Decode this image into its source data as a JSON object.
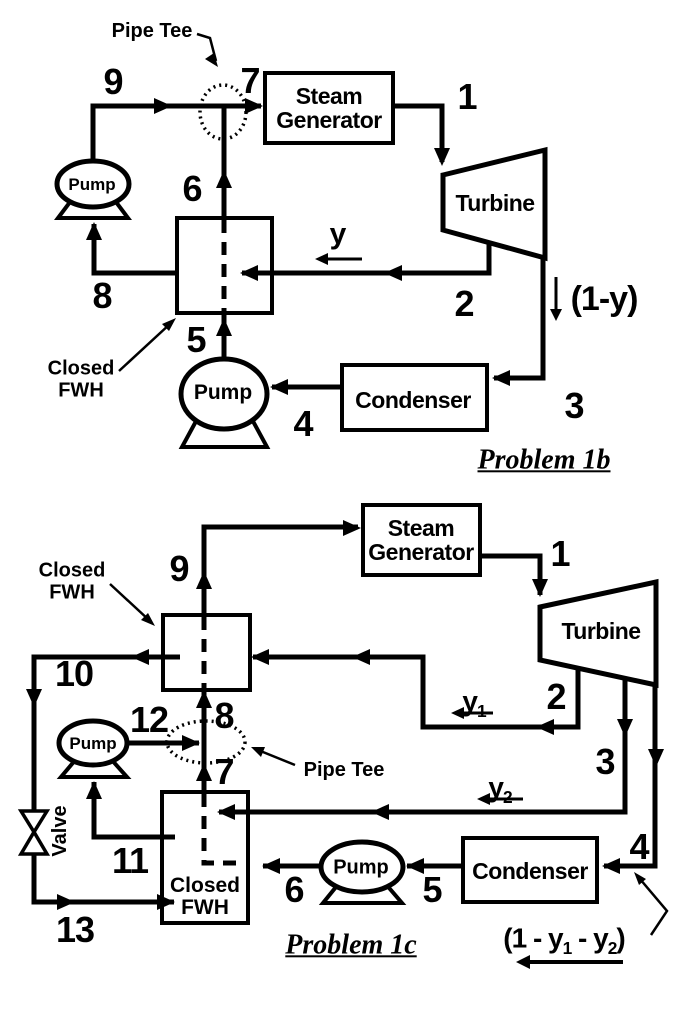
{
  "problem_1b": {
    "title": "Problem 1b",
    "components": {
      "steam_generator": {
        "line1": "Steam",
        "line2": "Generator"
      },
      "turbine": "Turbine",
      "condenser": "Condenser",
      "pump_feedwater": "Pump",
      "pump_condensate": "Pump"
    },
    "labels": {
      "pipe_tee": "Pipe Tee",
      "closed_fwh": {
        "line1": "Closed",
        "line2": "FWH"
      },
      "y": "y",
      "one_minus_y": "(1-y)"
    },
    "streams": {
      "s1": "1",
      "s2": "2",
      "s3": "3",
      "s4": "4",
      "s5": "5",
      "s6": "6",
      "s7": "7",
      "s8": "8",
      "s9": "9"
    }
  },
  "problem_1c": {
    "title": "Problem 1c",
    "components": {
      "steam_generator": {
        "line1": "Steam",
        "line2": "Generator"
      },
      "turbine": "Turbine",
      "condenser": "Condenser",
      "pump_condensate": "Pump",
      "pump_drain": "Pump",
      "closed_fwh_box": {
        "line1": "Closed",
        "line2": "FWH"
      }
    },
    "labels": {
      "pipe_tee": "Pipe Tee",
      "valve": "Valve",
      "closed_fwh": {
        "line1": "Closed",
        "line2": "FWH"
      },
      "y1": {
        "base": "y",
        "sub": "1"
      },
      "y2": {
        "base": "y",
        "sub": "2"
      },
      "one_minus": {
        "p1": "(1 - y",
        "s1": "1",
        "p2": " - y",
        "s2": "2",
        "p3": ")"
      }
    },
    "streams": {
      "s1": "1",
      "s2": "2",
      "s3": "3",
      "s4": "4",
      "s5": "5",
      "s6": "6",
      "s7": "7",
      "s8": "8",
      "s9": "9",
      "s10": "10",
      "s11": "11",
      "s12": "12",
      "s13": "13"
    }
  }
}
